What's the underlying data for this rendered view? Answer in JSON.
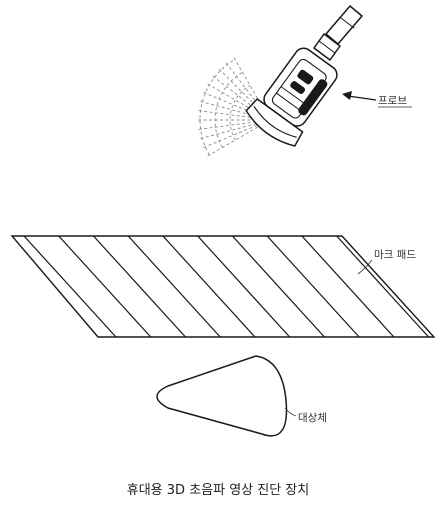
{
  "labels": {
    "probe": "프로브",
    "mark_pad": "마크 패드",
    "target": "대상체"
  },
  "caption": "휴대용 3D 초음파 영상 진단 장치",
  "colors": {
    "line": "#1a1a1a",
    "beam": "#8c8c8c",
    "background": "#ffffff"
  },
  "mark_pad_stripes": 10
}
